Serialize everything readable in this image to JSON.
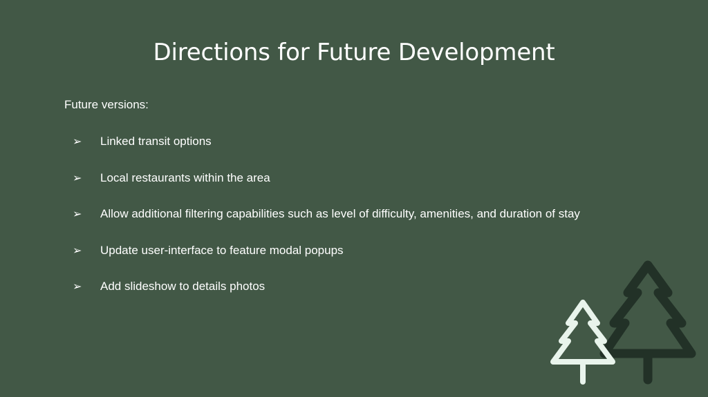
{
  "slide": {
    "title": "Directions for Future Development",
    "intro": "Future versions:",
    "bullet_icon": "arrowhead-bullet-icon",
    "bullets": [
      "Linked transit options",
      "Local restaurants within the area",
      "Allow additional filtering capabilities such as level of difficulty, amenities, and duration of stay",
      "Update user-interface to feature modal popups",
      "Add slideshow to details photos"
    ],
    "colors": {
      "background": "#425846",
      "text": "#ffffff",
      "tree_light": "#e9f4ec",
      "tree_dark": "#223127"
    },
    "decoration": [
      "pine-tree-light-icon",
      "pine-tree-dark-icon"
    ]
  }
}
